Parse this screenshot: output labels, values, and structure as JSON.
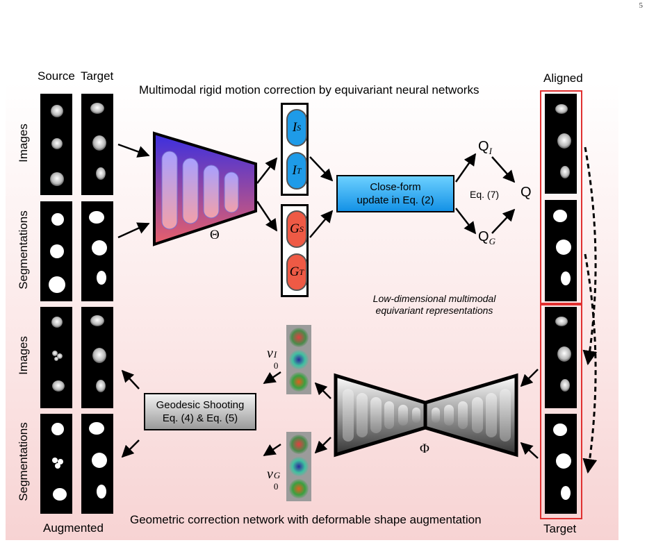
{
  "page_number": "5",
  "labels": {
    "source": "Source",
    "target_top": "Target",
    "aligned": "Aligned",
    "augmented": "Augmented",
    "target_bottom": "Target",
    "images_top": "Images",
    "segmentations_top": "Segmentations",
    "images_bottom": "Images",
    "segmentations_bottom": "Segmentations"
  },
  "titles": {
    "top": "Multimodal rigid motion correction by equivariant neural networks",
    "bottom": "Geometric correction network with deformable shape augmentation",
    "middle_line1": "Low-dimensional multimodal",
    "middle_line2": "equivariant representations"
  },
  "encoder": {
    "symbol": "Θ"
  },
  "decoder": {
    "symbol": "Φ"
  },
  "representations": {
    "image_pills": [
      "I",
      "I"
    ],
    "image_subs": [
      "S",
      "T"
    ],
    "seg_pills": [
      "G",
      "G"
    ],
    "seg_subs": [
      "S",
      "T"
    ]
  },
  "update_box": {
    "line1": "Close-form",
    "line2": "update in Eq. (2)"
  },
  "quaternions": {
    "qi": "Q",
    "qi_sub": "I",
    "qg": "Q",
    "qg_sub": "G",
    "q": "Q",
    "eq": "Eq. (7)"
  },
  "shooting_box": {
    "line1": "Geodesic Shooting",
    "line2": "Eq. (4) & Eq. (5)"
  },
  "velocity": {
    "vi": "v",
    "vi_sup": "I",
    "vi_sub": "0",
    "vg": "v",
    "vg_sup": "G",
    "vg_sub": "0"
  },
  "colors": {
    "image_pill": "#1e9be8",
    "seg_pill": "#ee5a45",
    "update_box_top": "#6cd0ff",
    "update_box_bottom": "#1492e6",
    "aligned_frame": "#e03030",
    "encoder_top": "#3a2fe0",
    "encoder_bottom": "#e8606a"
  }
}
